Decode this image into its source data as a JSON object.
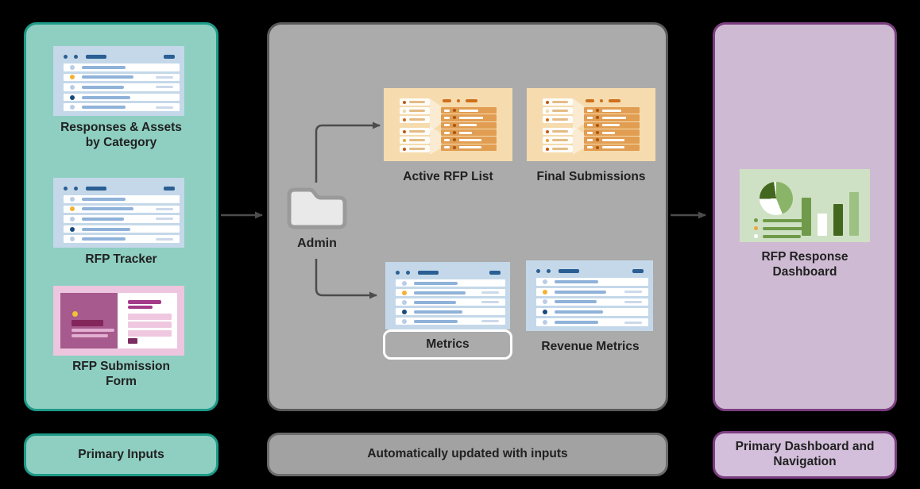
{
  "colors": {
    "canvas_bg": "#000000",
    "teal_fill": "#8ecfc1",
    "teal_border": "#1e9a88",
    "gray_fill": "#ababab",
    "gray_border": "#595959",
    "gray_pill_border": "#6c6c6c",
    "purple_fill": "#cebbd3",
    "purple_border": "#7b3e80",
    "text": "#212121",
    "arrow": "#4c4c4c",
    "blue_thumb_bg": "#c4d8e9",
    "blue_header": "#2b5f94",
    "blue_line": "#8fb2d9",
    "dot_yellow": "#f2b234",
    "dot_navy": "#174a7c",
    "dot_lightblue": "#b9cde7",
    "orange_bg": "#f6dbae",
    "orange_table": "#e19d51",
    "orange_dot": "#c05a15",
    "pink_frame": "#edc5de",
    "pink_panel": "#a65a8d",
    "green_bg": "#cfe1c4",
    "green_dark": "#44671f",
    "green_mid": "#6f9a49",
    "green_light": "#9dc183",
    "green_pie": "#8ab468"
  },
  "panels": {
    "inputs": {
      "footer": "Primary Inputs",
      "items": [
        {
          "label": "Responses & Assets by Category"
        },
        {
          "label": "RFP Tracker"
        },
        {
          "label": "RFP Submission Form"
        }
      ]
    },
    "automation": {
      "footer": "Automatically updated with inputs",
      "folder_label": "Admin",
      "items": [
        {
          "label": "Active RFP List"
        },
        {
          "label": "Final Submissions"
        },
        {
          "label": "Metrics"
        },
        {
          "label": "Revenue Metrics"
        }
      ]
    },
    "dashboard": {
      "footer": "Primary Dashboard and Navigation",
      "items": [
        {
          "label": "RFP Response Dashboard"
        }
      ]
    }
  },
  "connections": [
    {
      "from": "Primary Inputs",
      "to": "Admin"
    },
    {
      "from": "Admin",
      "to": "Active RFP List"
    },
    {
      "from": "Admin",
      "to": "Metrics"
    },
    {
      "from": "Admin",
      "to": "RFP Response Dashboard"
    }
  ]
}
